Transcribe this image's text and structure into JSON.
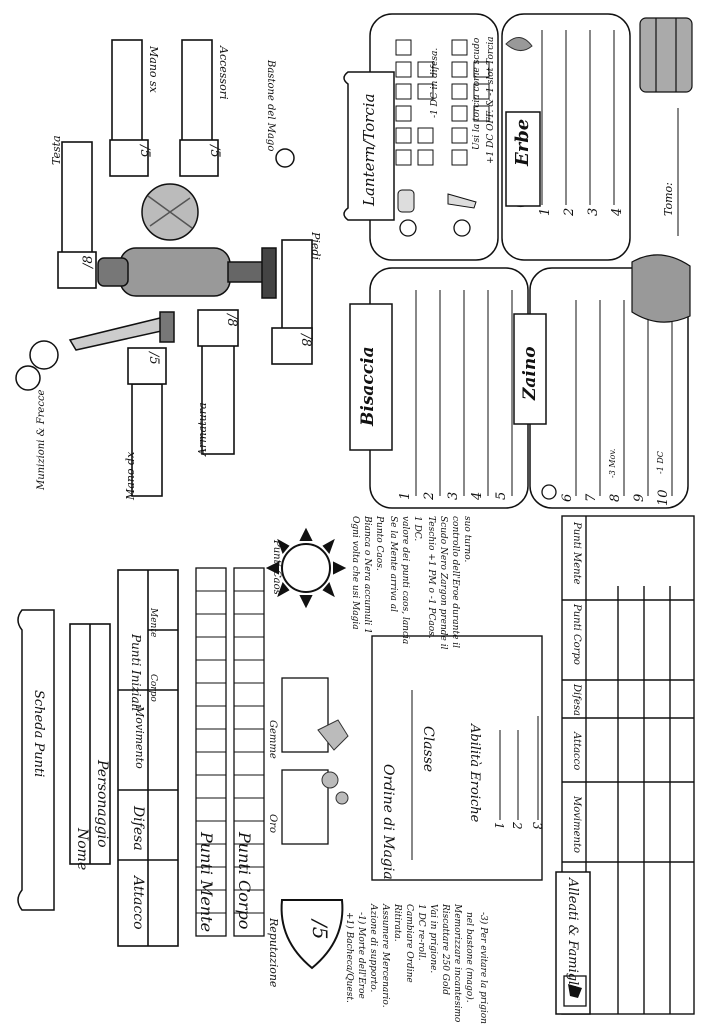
{
  "sheet": {
    "title": "Scheda Punti",
    "name_label": "Nome",
    "character_label": "Personaggio",
    "stats": {
      "attack": "Attacco",
      "defense": "Difesa",
      "movement": "Movimento",
      "initial_points": "Punti Iniziali",
      "body": "Corpo",
      "mind": "Mente"
    },
    "mind_points": "Punti Mente",
    "body_points": "Punti Corpo",
    "chaos_points": "Punti Caos",
    "gold": "Oro",
    "gems": "Gemme",
    "reputation": "Reputazione",
    "reputation_max": "/5",
    "reputation_rules": [
      "+1) Bacheca/Quest.",
      "-1) Morte dell'Eroe",
      "Azione di supporto.",
      "Assumere Mercenario.",
      "Ritirata.",
      "Cambiare Ordine",
      "1 DC re-roll.",
      "Vai in prigione.",
      "Riscattare 250 Gold",
      "Memorizzare incantesimo",
      "nel bastone (mago).",
      "-3) Per evitare la prigione."
    ],
    "chaos_rules": [
      "Ogni volta che usi Magia",
      "Bianca o Nera accumuli 1",
      "Punto Caos.",
      "Se la Mente arriva al",
      "valore dei punti caos, lancia",
      "1 DC.",
      "Teschio +1 PM o -1 PCaos.",
      "Scudo Nero Zargon prende il",
      "controllo dell'Eroe durante il",
      "suo turno."
    ],
    "magic": {
      "order": "Ordine di Magia",
      "class": "Classe",
      "heroic": "Abilità Eroiche",
      "n1": "1",
      "n2": "2",
      "n3": "3"
    },
    "allies": {
      "title": "Alleati & Famigli",
      "columns": [
        "Movimento",
        "Attacco",
        "Difesa",
        "Punti Corpo",
        "Punti Mente"
      ]
    }
  },
  "equipment": {
    "head": "Testa",
    "head_val": "/8",
    "left_hand": "Mano sx",
    "left_hand_val": "/5",
    "accessories": "Accessori",
    "accessories_val": "/5",
    "staff": "Bastone del Mago",
    "feet": "Piedi",
    "feet_val": "/8",
    "armor": "Armatura",
    "armor_val": "/8",
    "right_hand": "Mano dx",
    "right_hand_val": "/5",
    "ammo": "Munizioni & Frecce"
  },
  "pouch": {
    "title": "Bisaccia",
    "rows": [
      "1",
      "2",
      "3",
      "4",
      "5"
    ]
  },
  "backpack": {
    "title": "Zaino",
    "rows": [
      "6",
      "7",
      "8",
      "9",
      "10"
    ],
    "mov_note": "-3 Mov.",
    "dc_note": "-1 DC"
  },
  "lantern": {
    "title": "Lantern/Torcia",
    "note1": "-1 DC in difesa.",
    "note2": "Usi la torcia come scudo",
    "note3": "+1 DC OFF.  &  -1 slot Torcia"
  },
  "herbs": {
    "title": "Erbe",
    "rows": [
      "1",
      "2",
      "3",
      "4"
    ]
  },
  "tome": "Tomo:"
}
